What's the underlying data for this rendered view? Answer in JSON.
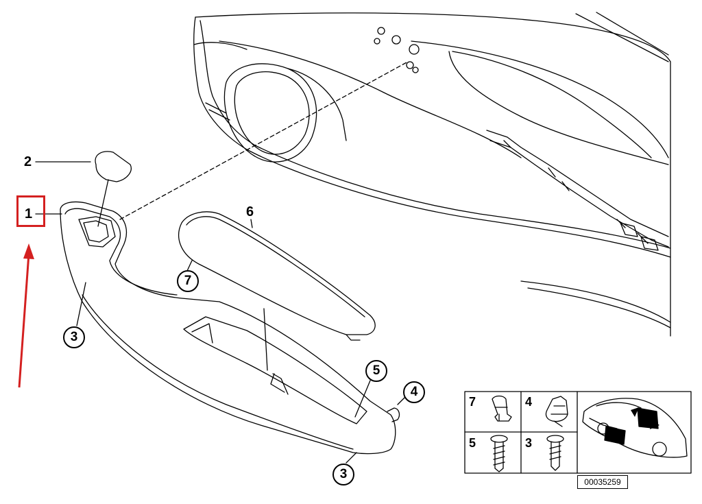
{
  "diagram": {
    "parts": [
      {
        "number": "1",
        "style": "plain"
      },
      {
        "number": "2",
        "style": "plain"
      },
      {
        "number": "3",
        "style": "circled"
      },
      {
        "number": "4",
        "style": "circled"
      },
      {
        "number": "5",
        "style": "circled"
      },
      {
        "number": "6",
        "style": "plain"
      },
      {
        "number": "7",
        "style": "circled"
      }
    ],
    "callouts": {
      "p1": "1",
      "p2": "2",
      "p3a": "3",
      "p3b": "3",
      "p4": "4",
      "p5": "5",
      "p6": "6",
      "p7": "7"
    },
    "legend": {
      "items": [
        "7",
        "4",
        "5",
        "3"
      ]
    },
    "drawing_number": "00035259",
    "highlight_color": "#d42020",
    "line_color": "#000000"
  }
}
